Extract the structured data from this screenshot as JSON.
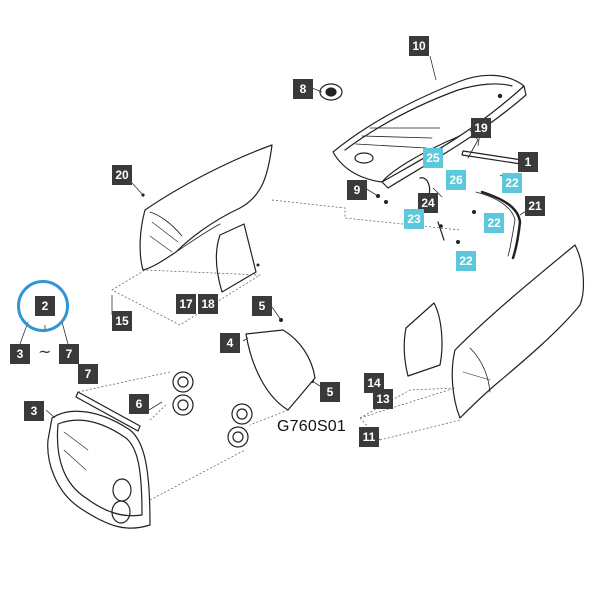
{
  "diagram": {
    "code": "G760S01",
    "tilde": "~",
    "highlight_color": "#2f95d4",
    "callout_dark_color": "#3a3a3a",
    "callout_cyan_color": "#5bc8dc",
    "callouts": {
      "c10": "10",
      "c8": "8",
      "c19": "19",
      "c1": "1",
      "c25": "25",
      "c26": "26",
      "c22a": "22",
      "c9": "9",
      "c24": "24",
      "c21": "21",
      "c23": "23",
      "c22b": "22",
      "c22c": "22",
      "c20": "20",
      "c2": "2",
      "c3a": "3",
      "c7a": "7",
      "c17": "17",
      "c18": "18",
      "c15": "15",
      "c5a": "5",
      "c4": "4",
      "c5b": "5",
      "c7b": "7",
      "c6": "6",
      "c3b": "3",
      "c14": "14",
      "c13": "13",
      "c11": "11"
    }
  }
}
